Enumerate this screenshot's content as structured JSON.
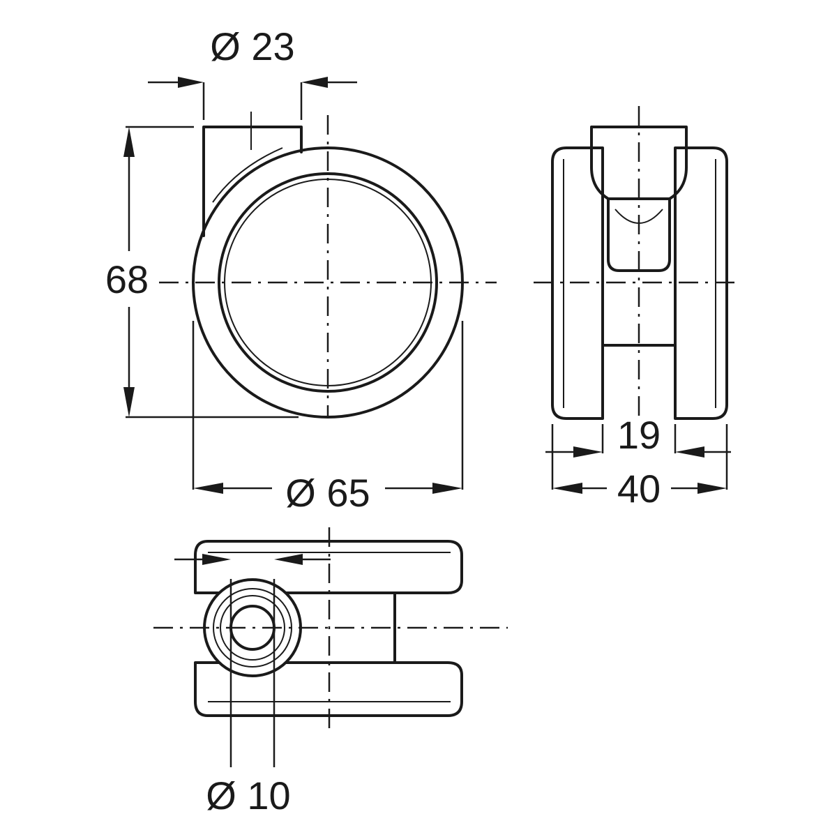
{
  "dimensions": {
    "stem_diameter": "Ø 23",
    "height": "68",
    "wheel_diameter": "Ø 65",
    "inner_gap": "19",
    "overall_width": "40",
    "hole_diameter": "Ø 10"
  }
}
